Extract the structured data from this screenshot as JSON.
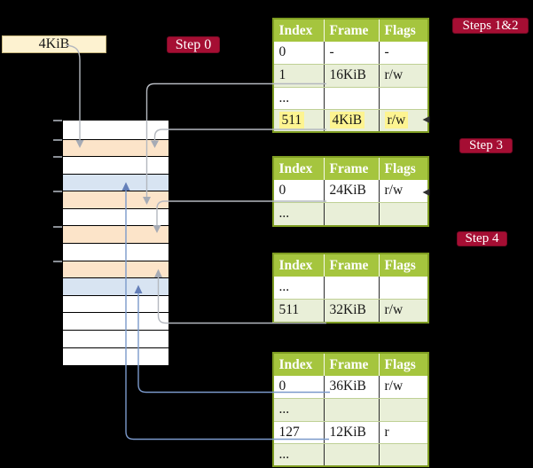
{
  "register": {
    "label": "4KiB"
  },
  "badges": {
    "step0": "Step 0",
    "steps12": "Steps 1&2",
    "step3": "Step 3",
    "step4": "Step 4"
  },
  "memory": {
    "frames": [
      {
        "kind": "free"
      },
      {
        "kind": "page_table"
      },
      {
        "kind": "free"
      },
      {
        "kind": "mapped_page"
      },
      {
        "kind": "page_table"
      },
      {
        "kind": "free"
      },
      {
        "kind": "page_table"
      },
      {
        "kind": "free"
      },
      {
        "kind": "page_table"
      },
      {
        "kind": "mapped_page"
      },
      {
        "kind": "free"
      },
      {
        "kind": "free"
      },
      {
        "kind": "free"
      },
      {
        "kind": "free"
      }
    ]
  },
  "tables": [
    {
      "id": "root-page-table",
      "headers": [
        "Index",
        "Frame",
        "Flags"
      ],
      "rows": [
        {
          "cells": [
            "0",
            "-",
            "-"
          ],
          "highlight": false
        },
        {
          "cells": [
            "1",
            "16KiB",
            "r/w"
          ],
          "highlight": false
        },
        {
          "cells": [
            "...",
            "",
            ""
          ],
          "highlight": false
        },
        {
          "cells": [
            "511",
            "4KiB",
            "r/w"
          ],
          "highlight": true
        }
      ]
    },
    {
      "id": "step3-page-table",
      "headers": [
        "Index",
        "Frame",
        "Flags"
      ],
      "rows": [
        {
          "cells": [
            "0",
            "24KiB",
            "r/w"
          ],
          "highlight": false
        },
        {
          "cells": [
            "...",
            "",
            ""
          ],
          "highlight": false
        }
      ]
    },
    {
      "id": "step4-page-table",
      "headers": [
        "Index",
        "Frame",
        "Flags"
      ],
      "rows": [
        {
          "cells": [
            "...",
            "",
            ""
          ],
          "highlight": false
        },
        {
          "cells": [
            "511",
            "32KiB",
            "r/w"
          ],
          "highlight": false
        }
      ]
    },
    {
      "id": "leaf-page-table",
      "headers": [
        "Index",
        "Frame",
        "Flags"
      ],
      "rows": [
        {
          "cells": [
            "0",
            "36KiB",
            "r/w"
          ],
          "highlight": false
        },
        {
          "cells": [
            "...",
            "",
            ""
          ],
          "highlight": false
        },
        {
          "cells": [
            "127",
            "12KiB",
            "r"
          ],
          "highlight": false
        },
        {
          "cells": [
            "...",
            "",
            ""
          ],
          "highlight": false
        }
      ]
    }
  ],
  "colors": {
    "header_green": "#a5c53e",
    "row_green": "#e9efd8",
    "border_olive": "#7e9c22",
    "badge_red": "#a50e33",
    "highlight_yellow": "#fdf491",
    "frame_orange": "#fce4c9",
    "frame_blue": "#d8e4f2",
    "box_cream": "#fdf2d0",
    "line_gray": "#b4b8bf",
    "line_blue": "#7b99cb"
  }
}
